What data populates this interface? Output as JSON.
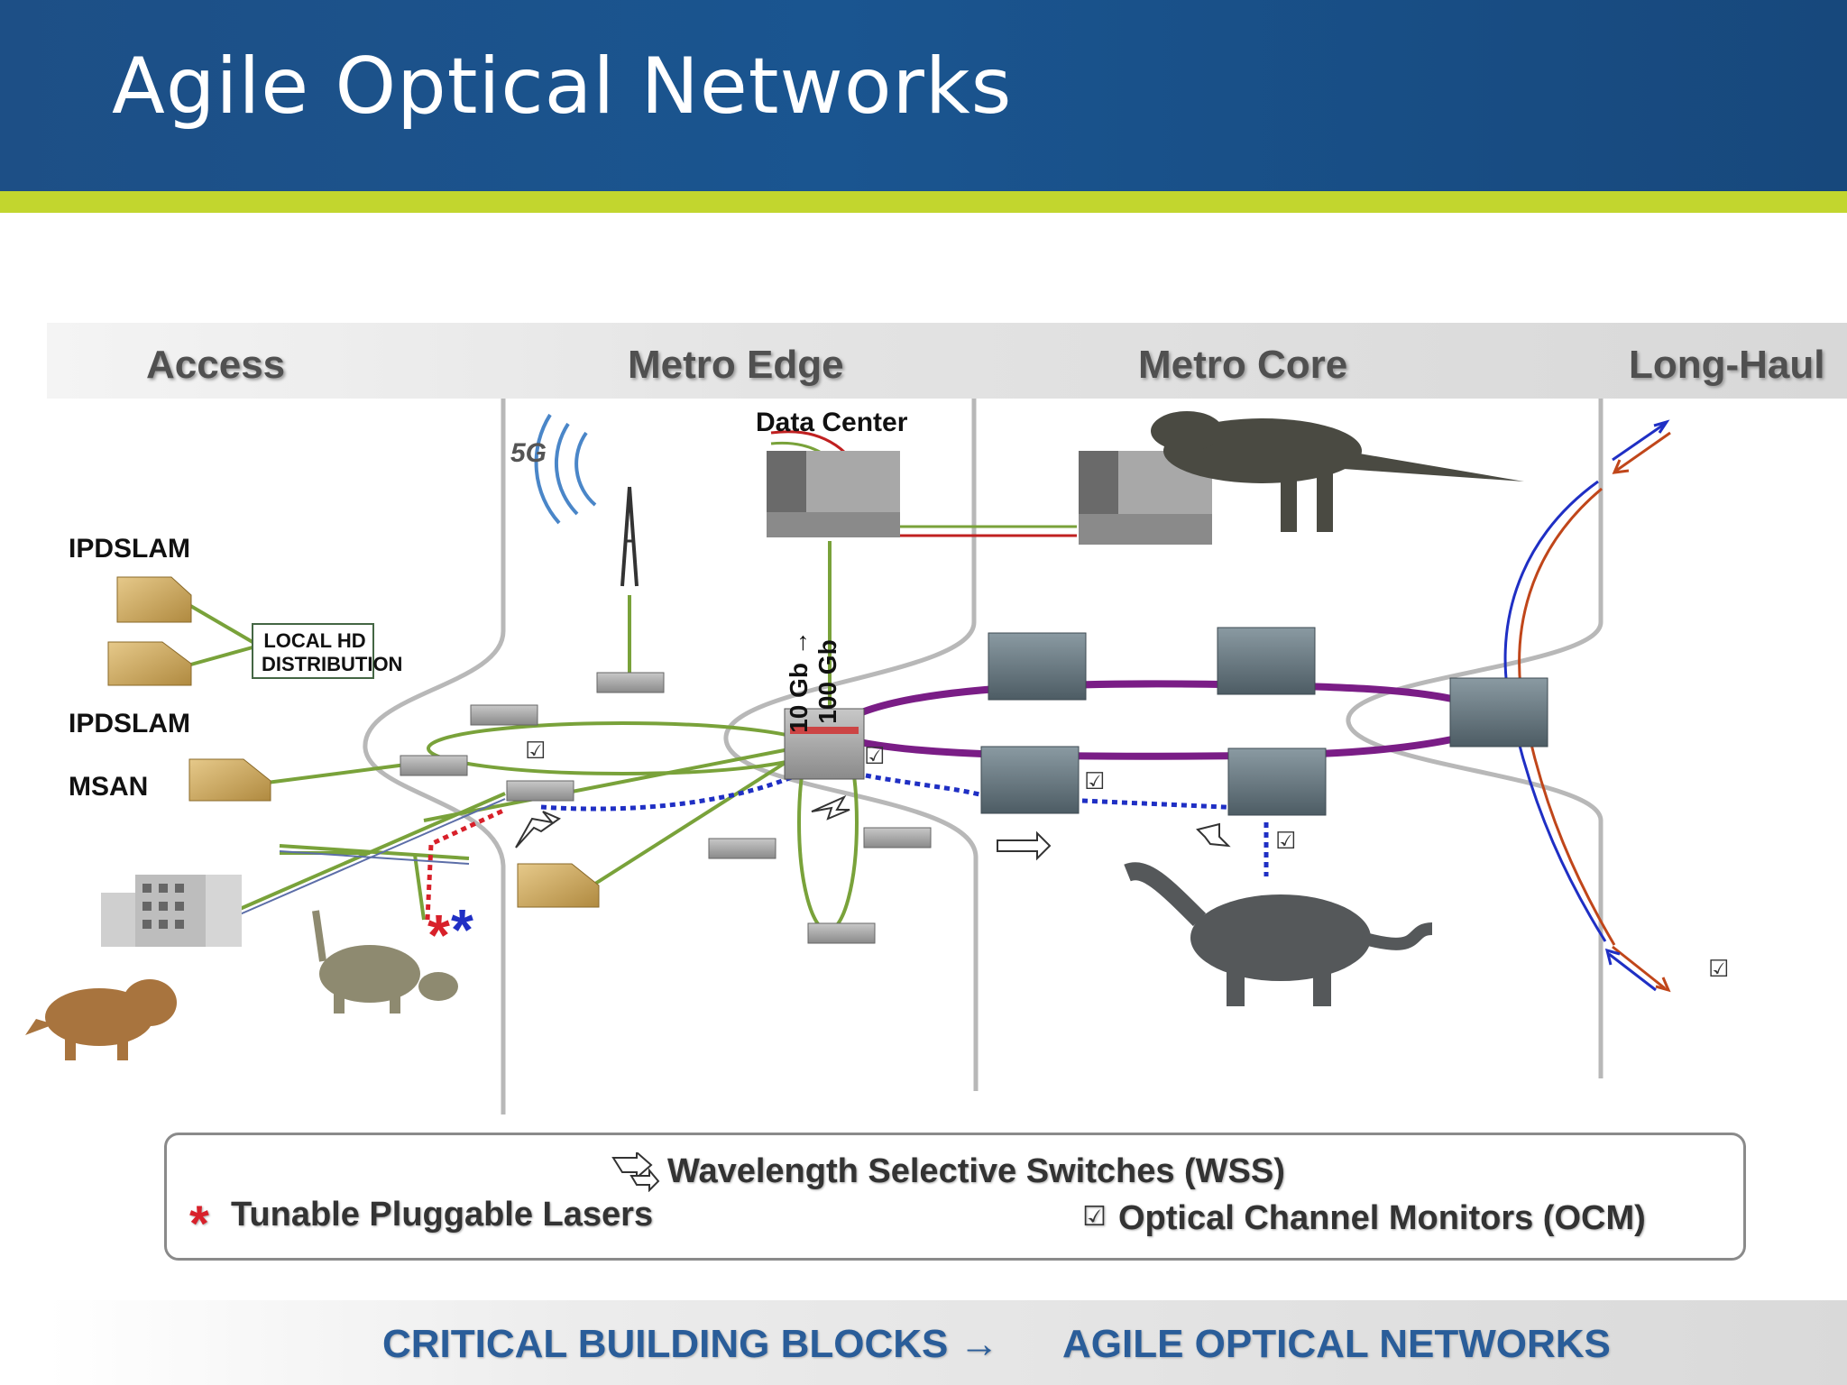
{
  "title": "Agile Optical Networks",
  "zones": [
    "Access",
    "Metro  Edge",
    "Metro Core",
    "Long-Haul"
  ],
  "labels": {
    "data_center": "Data Center",
    "ipdslam_1": "IPDSLAM",
    "ipdslam_2": "IPDSLAM",
    "msan": "MSAN",
    "local_hd_line1": "LOCAL HD",
    "local_hd_line2": "DISTRIBUTION",
    "five_g": "5G",
    "speed_line1": "10 Gb →",
    "speed_line2": "100 Gb"
  },
  "legend": {
    "wss": "Wavelength Selective Switches (WSS)",
    "lasers": "Tunable Pluggable Lasers",
    "ocm": "Optical Channel Monitors (OCM)",
    "star_glyph": "*",
    "check_glyph": "☑"
  },
  "footer": {
    "left": "CRITICAL BUILDING BLOCKS →",
    "right": "AGILE OPTICAL NETWORKS"
  },
  "colors": {
    "banner": "#1d4f86",
    "accent_bar": "#c2d62e",
    "ring_green": "#79a23a",
    "ring_purple": "#7a1d86",
    "dotted_blue": "#1f2fc4",
    "dotted_red": "#d8202a",
    "footer_text": "#2a5d99"
  },
  "icons": [
    "cell-tower-icon",
    "router-icon",
    "data-center-icon",
    "dslam-icon",
    "office-building-icon",
    "optical-switch-icon",
    "wss-icon",
    "ocm-check-icon",
    "laser-star-icon",
    "triceratops-image",
    "ankylosaurus-image",
    "trex-image",
    "brontosaurus-image"
  ]
}
